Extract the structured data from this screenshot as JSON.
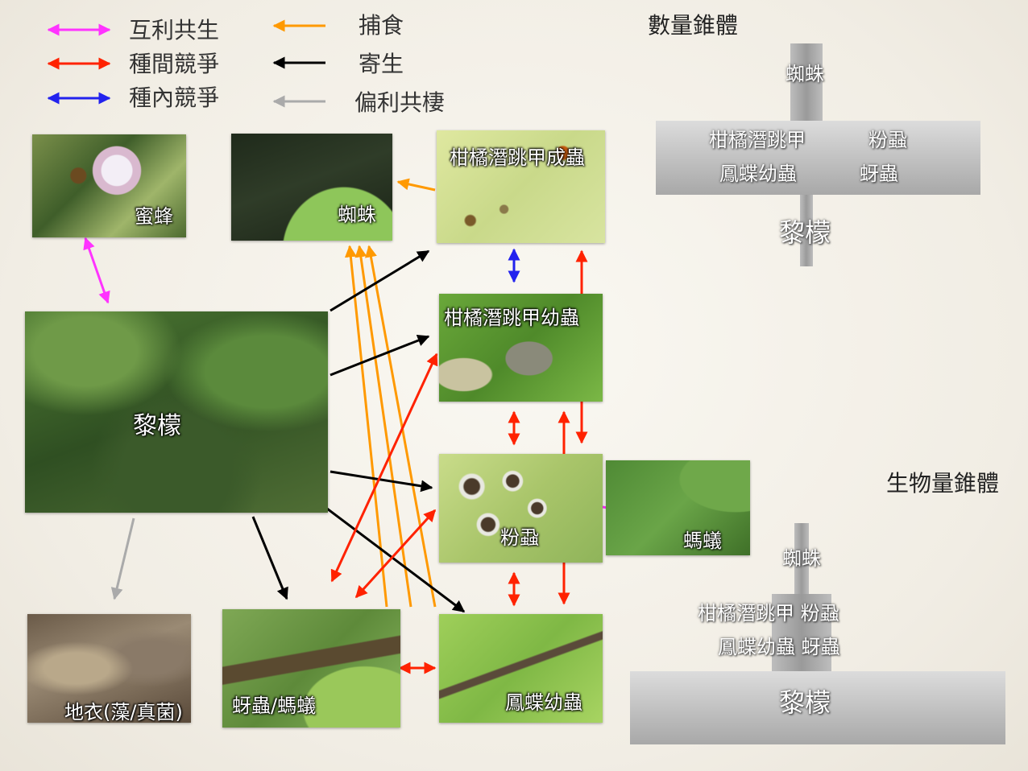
{
  "legend": [
    {
      "label": "互利共生",
      "color": "#ff33ff",
      "double": true
    },
    {
      "label": "種間競爭",
      "color": "#ff2200",
      "double": true
    },
    {
      "label": "種內競爭",
      "color": "#2222ee",
      "double": true
    },
    {
      "label": "捕食",
      "color": "#ff9900",
      "double": false
    },
    {
      "label": "寄生",
      "color": "#000000",
      "double": false
    },
    {
      "label": "偏利共棲",
      "color": "#aaaaaa",
      "double": false
    }
  ],
  "photos": {
    "bee": "蜜蜂",
    "spider": "蜘蛛",
    "adult_beetle": "柑橘潛跳甲成蟲",
    "larva_beetle": "柑橘潛跳甲幼蟲",
    "lemon": "黎檬",
    "whitefly": "粉蝨",
    "ant": "螞蟻",
    "lichen": "地衣(藻/真菌)",
    "aphid_ant": "蚜蟲/螞蟻",
    "butterfly_larva": "鳳蝶幼蟲"
  },
  "number_pyramid": {
    "title": "數量錐體",
    "top": "蜘蛛",
    "mid_left_1": "柑橘潛跳甲",
    "mid_right_1": "粉蝨",
    "mid_left_2": "鳳蝶幼蟲",
    "mid_right_2": "蚜蟲",
    "base": "黎檬"
  },
  "biomass_pyramid": {
    "title": "生物量錐體",
    "top": "蜘蛛",
    "row1": "柑橘潛跳甲 粉蝨",
    "row2": "鳳蝶幼蟲 蚜蟲",
    "base": "黎檬"
  },
  "colors": {
    "mutualism": "#ff33ff",
    "interspecific": "#ff2200",
    "intraspecific": "#2222ee",
    "predation": "#ff9900",
    "parasitism": "#000000",
    "commensalism": "#aaaaaa"
  }
}
